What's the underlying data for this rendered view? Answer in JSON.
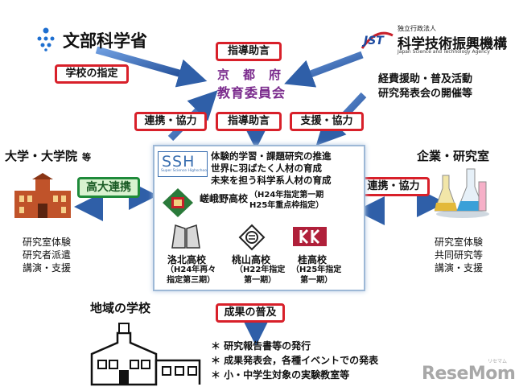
{
  "mext": {
    "name": "文部科学省"
  },
  "jst": {
    "logo": "JST",
    "subtitle": "独立行政法人",
    "name": "科学技術振興機構",
    "english": "Japan Science and Technology Agency"
  },
  "labels": {
    "school_designation": "学校の指定",
    "guidance_top": "指導助言",
    "guidance_mid": "指導助言",
    "coordination_left": "連携・協力",
    "support": "支援・協力",
    "coordination_right": "連携・協力",
    "hs_univ_link": "高大連携",
    "dissemination": "成果の普及"
  },
  "board": {
    "line1": "京　都　府",
    "line2": "教育委員会"
  },
  "jst_roles": {
    "line1": "経費援助・普及活動",
    "line2": "研究発表会の開催等"
  },
  "university": {
    "title": "大学・大学院",
    "suffix": "等",
    "activities": [
      "研究室体験",
      "研究者派遣",
      "講演・支援"
    ]
  },
  "company": {
    "title": "企業・研究室",
    "activities": [
      "研究室体験",
      "共同研究等",
      "講演・支援"
    ]
  },
  "ssh": {
    "logo": "SSH",
    "logo_sub": "Super Science Highschool",
    "goals": [
      "体験的学習・課題研究の推進",
      "世界に羽ばたく人材の育成",
      "未来を担う科学系人材の育成"
    ],
    "schools": [
      {
        "name": "嵯峨野高校",
        "note": "（H24年指定第一期\nH25年重点枠指定）"
      },
      {
        "name": "洛北高校",
        "note": "（H24年再々\n指定第三期）"
      },
      {
        "name": "桃山高校",
        "note": "（H22年指定\n第一期）"
      },
      {
        "name": "桂高校",
        "note": "（H25年指定\n第一期）"
      }
    ]
  },
  "local_schools": {
    "title": "地域の学校"
  },
  "outcomes": [
    "＊ 研究報告書等の発行",
    "＊ 成果発表会，各種イベントでの発表",
    "＊ 小・中学生対象の実験教室等"
  ],
  "watermark": {
    "text": "ReseMom",
    "small": "リセマム"
  },
  "colors": {
    "accent_red": "#d8202a",
    "arrow_blue": "#2f5fa8",
    "board_purple": "#7a2a8c",
    "link_green": "#1f8a3a"
  }
}
